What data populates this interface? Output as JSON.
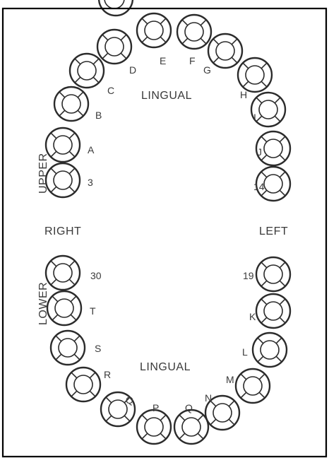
{
  "chart": {
    "labels": {
      "lingual_top": "LINGUAL",
      "lingual_bottom": "LINGUAL",
      "upper": "UPPER",
      "lower": "LOWER",
      "right": "RIGHT",
      "left": "LEFT"
    },
    "teeth": [
      {
        "id": "tooth-e",
        "label": "E"
      },
      {
        "id": "tooth-f",
        "label": "F"
      },
      {
        "id": "tooth-d",
        "label": "D"
      },
      {
        "id": "tooth-g",
        "label": "G"
      },
      {
        "id": "tooth-c",
        "label": "C"
      },
      {
        "id": "tooth-h",
        "label": "H"
      },
      {
        "id": "tooth-b",
        "label": "B"
      },
      {
        "id": "tooth-i",
        "label": "I"
      },
      {
        "id": "tooth-a",
        "label": "A"
      },
      {
        "id": "tooth-j",
        "label": "J"
      },
      {
        "id": "tooth-3",
        "label": "3"
      },
      {
        "id": "tooth-14",
        "label": "14"
      },
      {
        "id": "tooth-30",
        "label": "30"
      },
      {
        "id": "tooth-19",
        "label": "19"
      },
      {
        "id": "tooth-t",
        "label": "T"
      },
      {
        "id": "tooth-k",
        "label": "K"
      },
      {
        "id": "tooth-s",
        "label": "S"
      },
      {
        "id": "tooth-l",
        "label": "L"
      },
      {
        "id": "tooth-r",
        "label": "R"
      },
      {
        "id": "tooth-m",
        "label": "M"
      },
      {
        "id": "tooth-q-left",
        "label": "Q"
      },
      {
        "id": "tooth-n",
        "label": "N"
      },
      {
        "id": "tooth-p",
        "label": "P"
      },
      {
        "id": "tooth-q-right",
        "label": "Q"
      }
    ]
  }
}
